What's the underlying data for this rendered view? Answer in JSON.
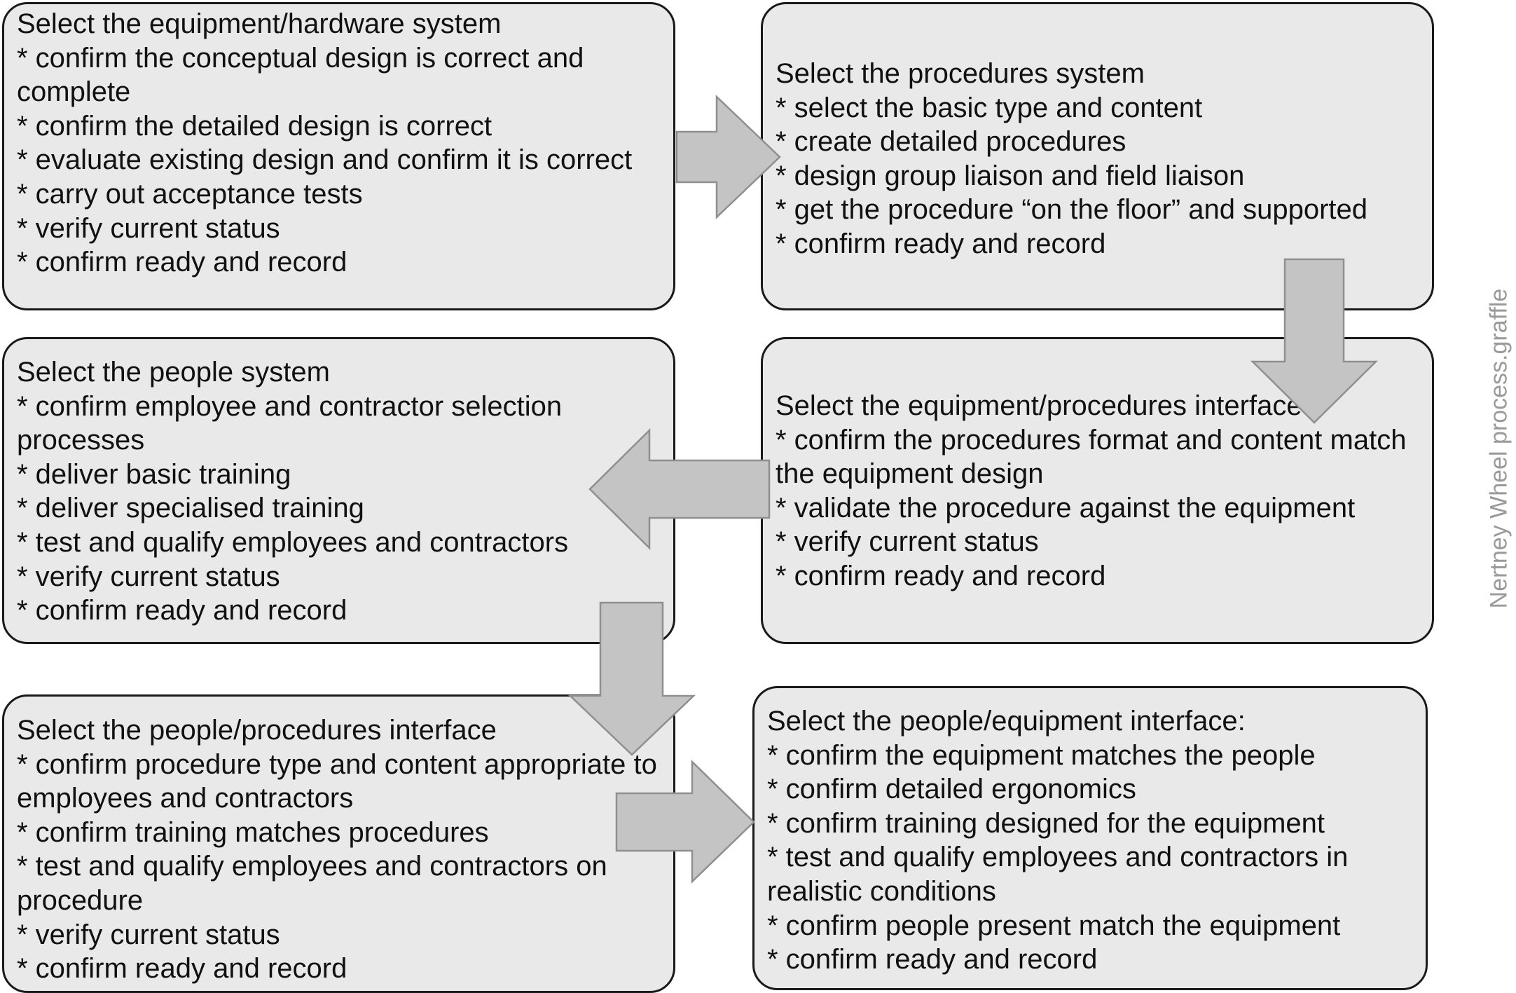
{
  "boxes": [
    {
      "id": "equipment-hardware",
      "lines": [
        "Select the equipment/hardware system",
        "* confirm the conceptual design is correct and complete",
        "* confirm the detailed design is correct",
        "* evaluate existing design and confirm it is correct",
        "* carry out acceptance tests",
        "* verify current status",
        "* confirm ready and record"
      ]
    },
    {
      "id": "procedures",
      "lines": [
        "Select the procedures system",
        "* select the basic type and content",
        "* create detailed procedures",
        "* design group liaison and field liaison",
        "* get the procedure “on the floor” and supported",
        "* confirm ready and record"
      ]
    },
    {
      "id": "people",
      "lines": [
        "Select the people system",
        "* confirm employee and contractor selection processes",
        "* deliver basic training",
        "* deliver specialised training",
        "* test and qualify employees and contractors",
        "* verify current status",
        "* confirm ready and record"
      ]
    },
    {
      "id": "equipment-procedures",
      "lines": [
        "Select the equipment/procedures interface",
        "* confirm the procedures format and content match the equipment design",
        "* validate the procedure against the equipment",
        "* verify current status",
        "* confirm ready and record"
      ]
    },
    {
      "id": "people-procedures",
      "lines": [
        "Select the people/procedures interface",
        "* confirm procedure type and content appropriate to employees and contractors",
        "* confirm training matches procedures",
        "* test and qualify employees and contractors on procedure",
        "* verify current status",
        "* confirm ready and record"
      ]
    },
    {
      "id": "people-equipment",
      "lines": [
        "Select the people/equipment interface:",
        "* confirm the equipment matches the people",
        "* confirm detailed ergonomics",
        "* confirm training designed for the equipment",
        "* test and qualify employees and contractors in realistic conditions",
        "* confirm people present match the equipment",
        "* confirm ready and record"
      ]
    }
  ],
  "watermark": "Nertney Wheel process.graffle"
}
